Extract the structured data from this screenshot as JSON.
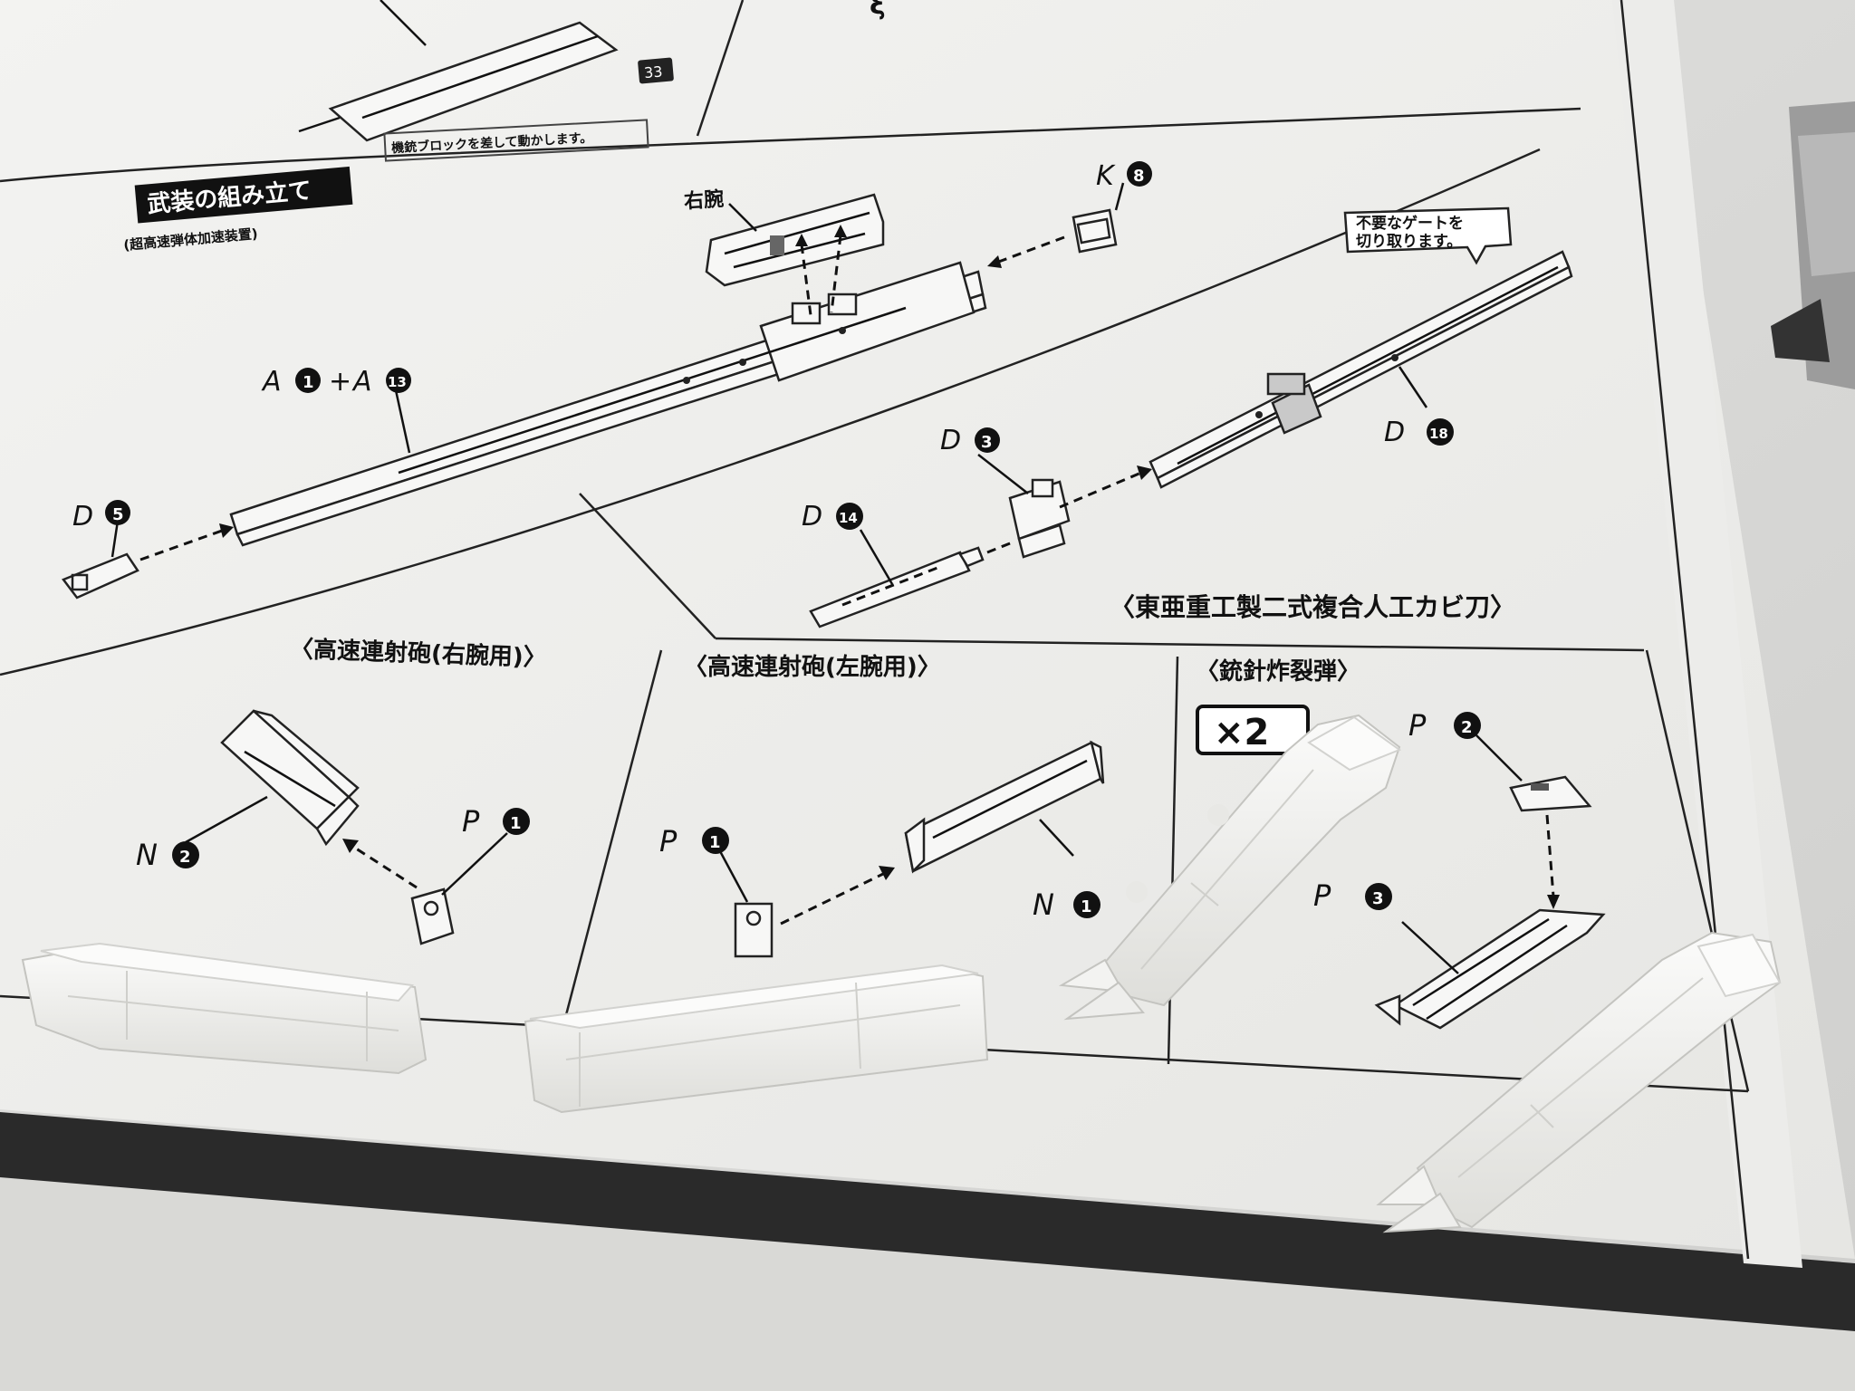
{
  "manual": {
    "section_title": "武装の組み立て",
    "section_subtitle": "(超高速弾体加速装置)",
    "gate_note": [
      "不要なゲートを",
      "切り取ります。"
    ],
    "right_arm_label": "右腕",
    "top_note": "機銃ブロックを差して動かします。",
    "top_badge": "33",
    "weapon_title": "〈東亜重工製二式複合人工カビ刀〉",
    "section_right_cannon": "〈高速連射砲(右腕用)〉",
    "section_left_cannon": "〈高速連射砲(左腕用)〉",
    "section_shell": "〈銃針炸裂弾〉",
    "quantity_badge": "×2"
  },
  "part_labels": {
    "a_main": {
      "letter": "A",
      "num": "1",
      "plus": "+",
      "letter2": "A",
      "num2": "13"
    },
    "k8": {
      "letter": "K",
      "num": "8"
    },
    "d5": {
      "letter": "D",
      "num": "5"
    },
    "d3": {
      "letter": "D",
      "num": "3"
    },
    "d14": {
      "letter": "D",
      "num": "14"
    },
    "d18": {
      "letter": "D",
      "num": "18"
    },
    "n2": {
      "letter": "N",
      "num": "2"
    },
    "p1_right": {
      "letter": "P",
      "num": "1"
    },
    "p1_left": {
      "letter": "P",
      "num": "1"
    },
    "n1": {
      "letter": "N",
      "num": "1"
    },
    "p2": {
      "letter": "P",
      "num": "2"
    },
    "p3": {
      "letter": "P",
      "num": "3"
    }
  }
}
